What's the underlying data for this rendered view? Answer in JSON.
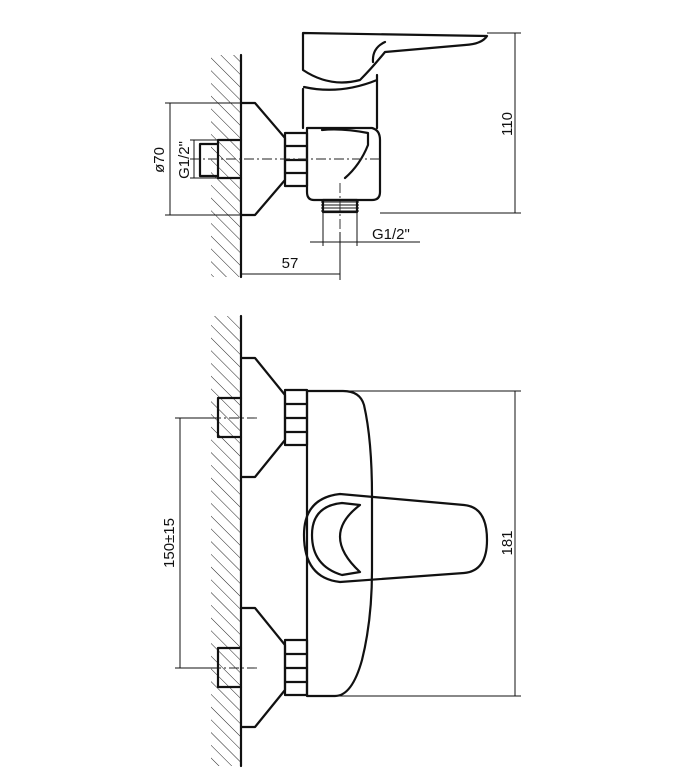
{
  "top_view": {
    "diameter_label": "ø70",
    "inlet_thread_label": "G1/2\"",
    "outlet_thread_label": "G1/2\"",
    "height_label": "110",
    "depth_label": "57"
  },
  "front_view": {
    "center_distance_label": "150±15",
    "height_label": "181"
  },
  "colors": {
    "line": "#111111",
    "background": "#ffffff"
  }
}
